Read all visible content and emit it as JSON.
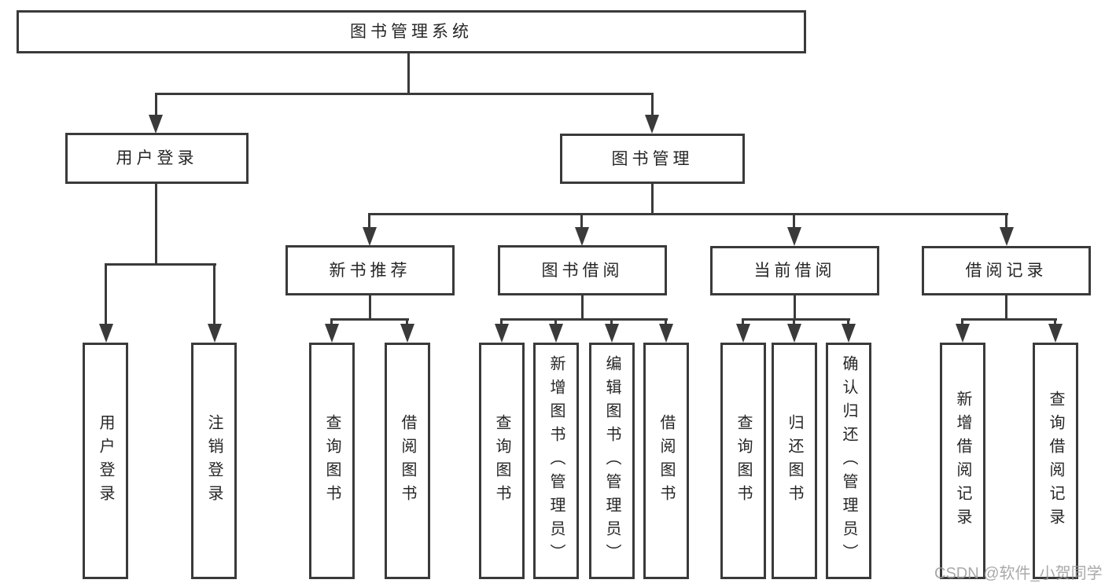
{
  "tree": {
    "label": "图书管理系统",
    "children": [
      {
        "label": "用户登录",
        "children": [
          {
            "label": "用户登录"
          },
          {
            "label": "注销登录"
          }
        ]
      },
      {
        "label": "图书管理",
        "children": [
          {
            "label": "新书推荐",
            "children": [
              {
                "label": "查询图书"
              },
              {
                "label": "借阅图书"
              }
            ]
          },
          {
            "label": "图书借阅",
            "children": [
              {
                "label": "查询图书"
              },
              {
                "label": "新增图书（管理员）"
              },
              {
                "label": "编辑图书（管理员）"
              },
              {
                "label": "借阅图书"
              }
            ]
          },
          {
            "label": "当前借阅",
            "children": [
              {
                "label": "查询图书"
              },
              {
                "label": "归还图书"
              },
              {
                "label": "确认归还（管理员）"
              }
            ]
          },
          {
            "label": "借阅记录",
            "children": [
              {
                "label": "新增借阅记录"
              },
              {
                "label": "查询借阅记录"
              }
            ]
          }
        ]
      }
    ]
  },
  "watermark": "CSDN @软件_小贺同学",
  "colors": {
    "line": "#3a3a3a",
    "text": "#262626",
    "watermark": "#9b9b9b",
    "background": "#ffffff"
  }
}
